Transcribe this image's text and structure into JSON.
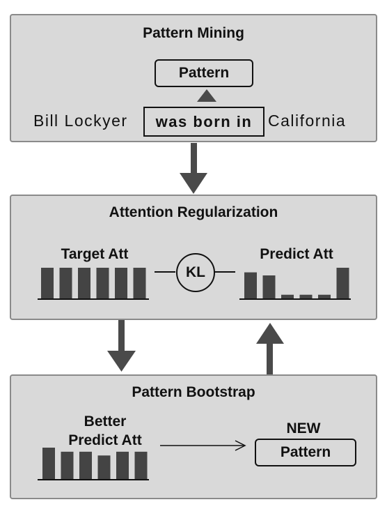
{
  "pattern_mining": {
    "title": "Pattern Mining",
    "pattern_label": "Pattern",
    "sentence_left": "Bill Lockyer",
    "sentence_highlight": "was born in",
    "sentence_right": "California"
  },
  "attention_regularization": {
    "title": "Attention Regularization",
    "target_label": "Target Att",
    "predict_label": "Predict Att",
    "kl_label": "KL",
    "target_bars": [
      1,
      1,
      1,
      1,
      1,
      1
    ],
    "predict_bars": [
      0.85,
      0.75,
      0.12,
      0.12,
      0.12,
      1
    ]
  },
  "pattern_bootstrap": {
    "title": "Pattern Bootstrap",
    "better_label_line1": "Better",
    "better_label_line2": "Predict Att",
    "new_label": "NEW",
    "pattern_label": "Pattern",
    "better_bars": [
      1,
      0.87,
      0.87,
      0.75,
      0.87,
      0.87
    ]
  },
  "colors": {
    "panel_fill": "#d9d9d9",
    "panel_border": "#8a8a8a",
    "bar_fill": "#444444",
    "arrow_fill": "#4a4a4a"
  }
}
